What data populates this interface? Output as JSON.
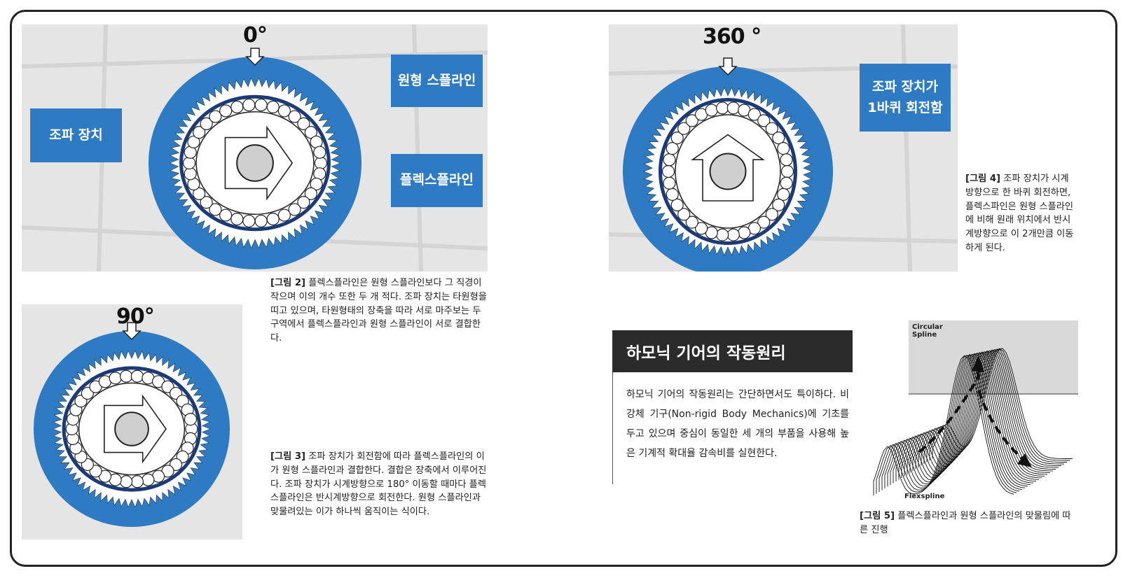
{
  "fig0": {
    "degree": "0°",
    "label_circular": "원형 스플라인",
    "label_wave": "조파 장치",
    "label_flex": "플렉스플라인"
  },
  "fig360": {
    "degree": "360 °",
    "label_turn_line1": "조파 장치가",
    "label_turn_line2": "1바퀴 회전함"
  },
  "fig90": {
    "degree": "90°"
  },
  "captions": {
    "fig2_tag": "[그림 2]",
    "fig2_text": " 플렉스플라인은 원형 스플라인보다 그 직경이 작으며 이의 개수 또한 두 개 적다. 조파 장치는 타원형을 띠고 있으며, 타원형태의 장축을 따라 서로 마주보는 두 구역에서 플렉스플라인과 원형 스플라인이 서로 결합한다.",
    "fig3_tag": "[그림 3]",
    "fig3_text": " 조파 장치가 회전함에 따라 플렉스플라인의 이가 원형 스플라인과 결합한다. 결합은 장축에서 이루어진다. 조파 장치가 시계방향으로 180° 이동할 때마다 플렉스플라인은 반시계방향으로 회전한다. 원형 스플라인과 맞물려있는 이가 하나씩 움직이는 식이다.",
    "fig4_tag": "[그림 4]",
    "fig4_text": " 조파 장치가 시계방향으로 한 바퀴 회전하면, 플렉스파인은 원형 스플라인에 비해 원래 위치에서 반시계방향으로 이 2개만큼 이동하게 된다.",
    "fig5_tag": "[그림 5]",
    "fig5_text": " 플렉스플라인과 원형 스플라인의 맞물림에 따른 진행"
  },
  "section": {
    "title": "하모닉 기어의 작동원리",
    "body": "하모닉 기어의 작동원리는 간단하면서도 특이하다. 비강체 기구(Non-rigid Body Mechanics)에 기초를 두고 있으며 중심이 동일한 세 개의 부품을 사용해 높은 기계적 확대율 감속비를 실현한다."
  },
  "fig5": {
    "label_circular": "Circular Spline",
    "label_flex": "Flexspline"
  },
  "colors": {
    "blue": "#2e7bc4",
    "navy": "#1a3a7a",
    "panel": "#e5e5e5",
    "dark": "#2b2b2b"
  }
}
